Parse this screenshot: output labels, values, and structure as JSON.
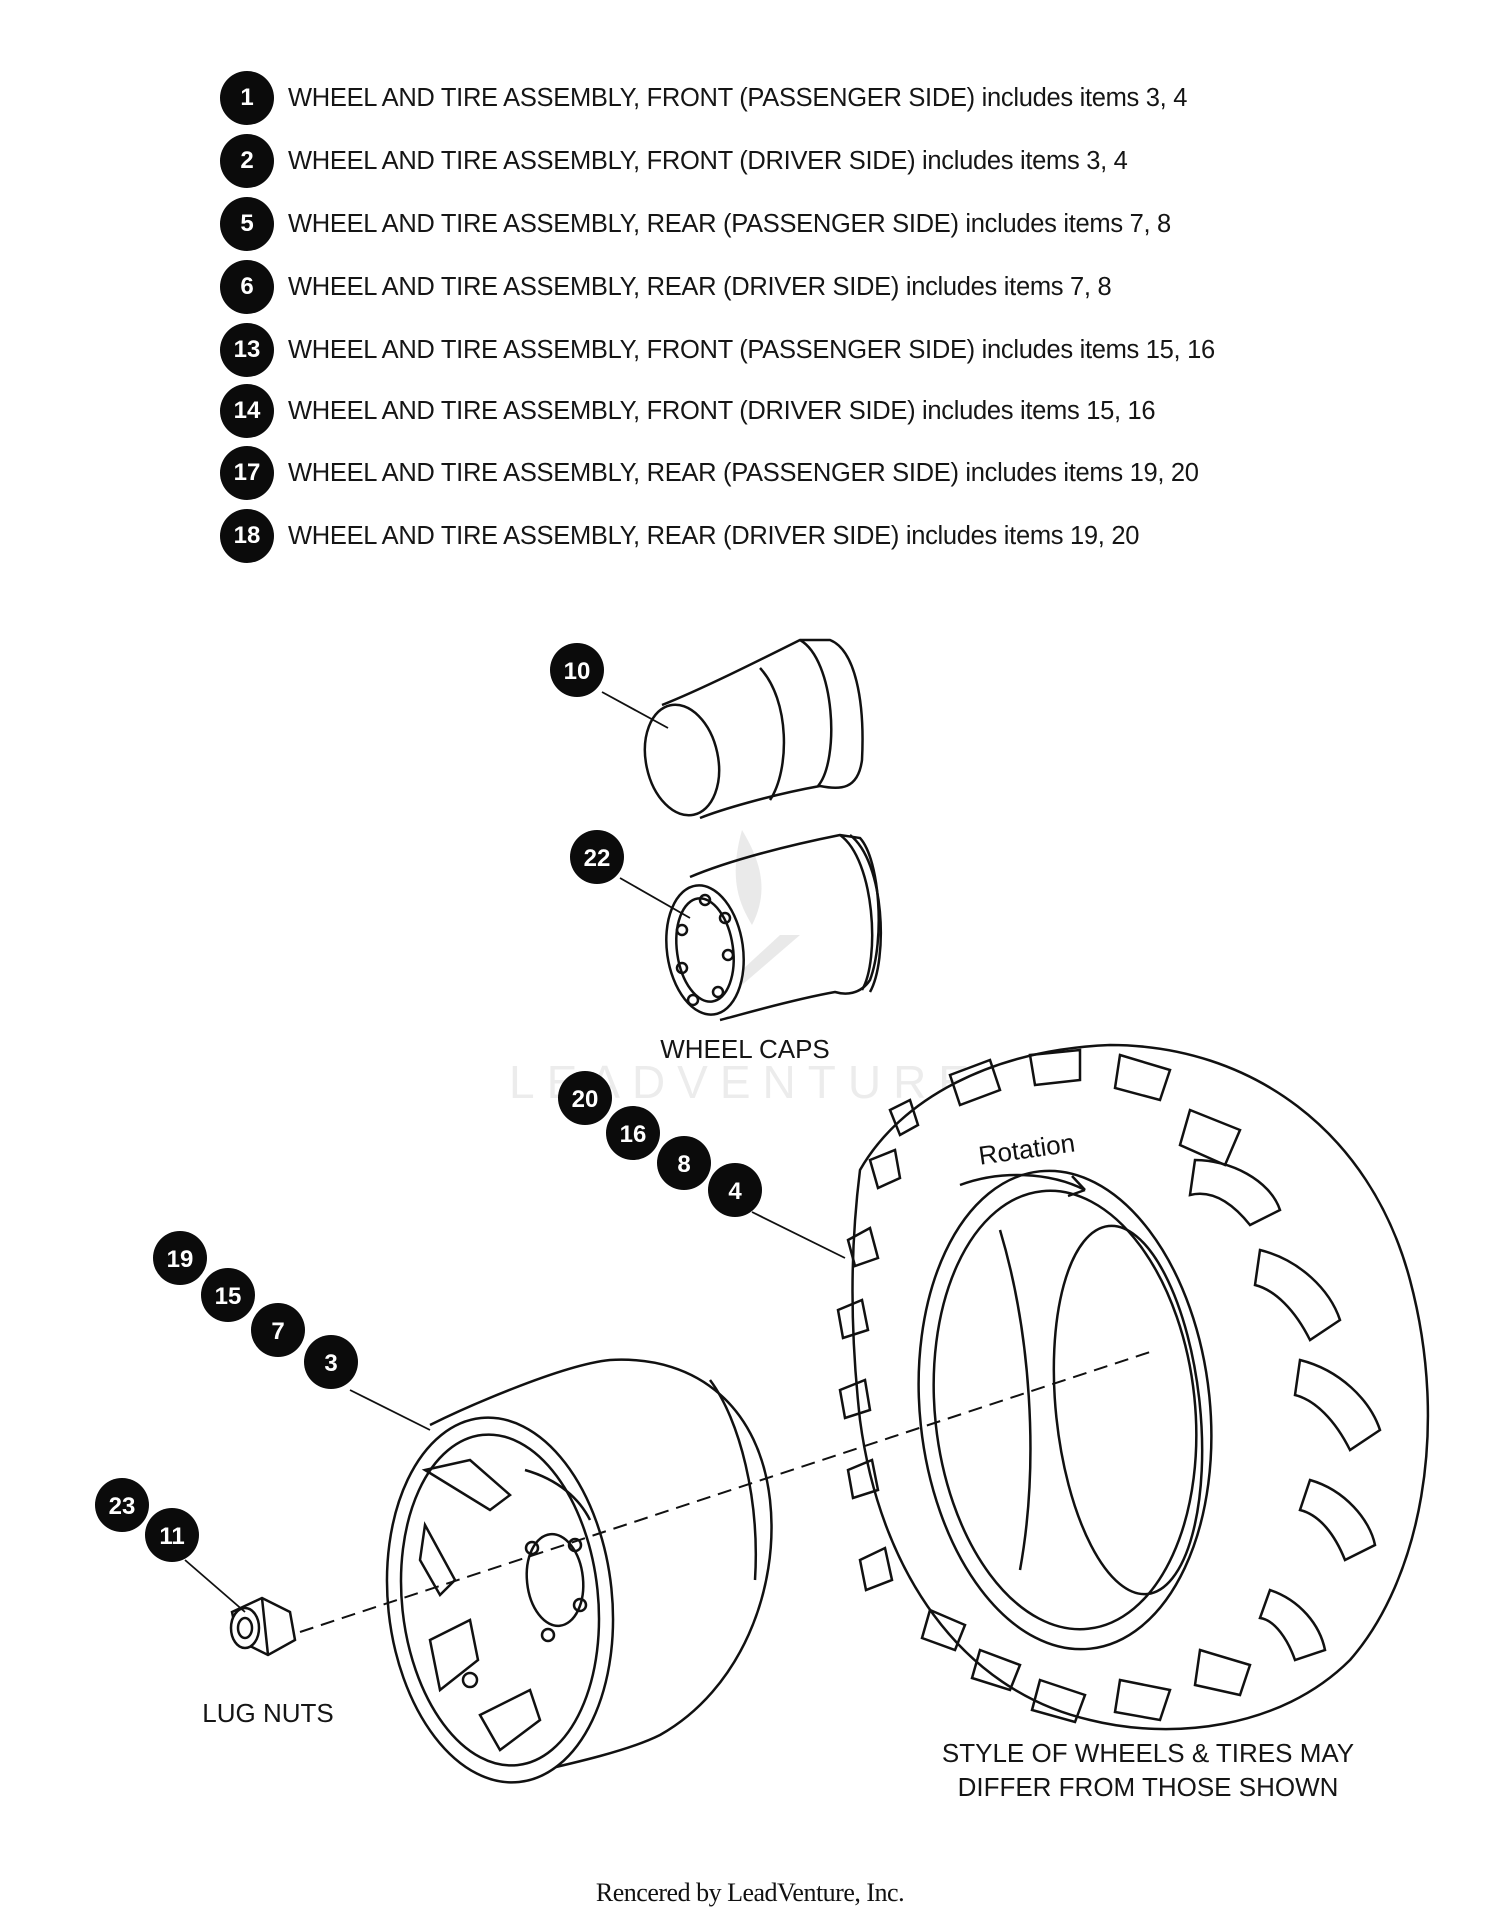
{
  "legend": [
    {
      "num": "1",
      "text": "WHEEL AND TIRE ASSEMBLY, FRONT (PASSENGER SIDE) includes items 3, 4"
    },
    {
      "num": "2",
      "text": "WHEEL AND TIRE ASSEMBLY, FRONT (DRIVER SIDE) includes items 3, 4"
    },
    {
      "num": "5",
      "text": "WHEEL AND TIRE ASSEMBLY, REAR (PASSENGER SIDE) includes items 7, 8"
    },
    {
      "num": "6",
      "text": "WHEEL AND TIRE ASSEMBLY, REAR (DRIVER SIDE) includes items 7, 8"
    },
    {
      "num": "13",
      "text": "WHEEL AND TIRE ASSEMBLY, FRONT (PASSENGER SIDE) includes items 15, 16"
    },
    {
      "num": "14",
      "text": "WHEEL AND TIRE ASSEMBLY, FRONT (DRIVER SIDE) includes items 15, 16"
    },
    {
      "num": "17",
      "text": "WHEEL AND TIRE ASSEMBLY, REAR (PASSENGER SIDE) includes items 19, 20"
    },
    {
      "num": "18",
      "text": "WHEEL AND TIRE ASSEMBLY, REAR (DRIVER SIDE) includes items 19, 20"
    }
  ],
  "callouts": {
    "cap_10": "10",
    "cap_22": "22",
    "tire_20": "20",
    "tire_16": "16",
    "tire_8": "8",
    "tire_4": "4",
    "wheel_19": "19",
    "wheel_15": "15",
    "wheel_7": "7",
    "wheel_3": "3",
    "lug_23": "23",
    "lug_11": "11"
  },
  "labels": {
    "wheel_caps": "WHEEL CAPS",
    "lug_nuts": "LUG NUTS",
    "rotation": "Rotation",
    "style_note_line1": "STYLE OF WHEELS & TIRES MAY",
    "style_note_line2": "DIFFER FROM THOSE SHOWN",
    "watermark": "LEADVENTURE"
  },
  "footer": "Rencered by LeadVenture, Inc."
}
